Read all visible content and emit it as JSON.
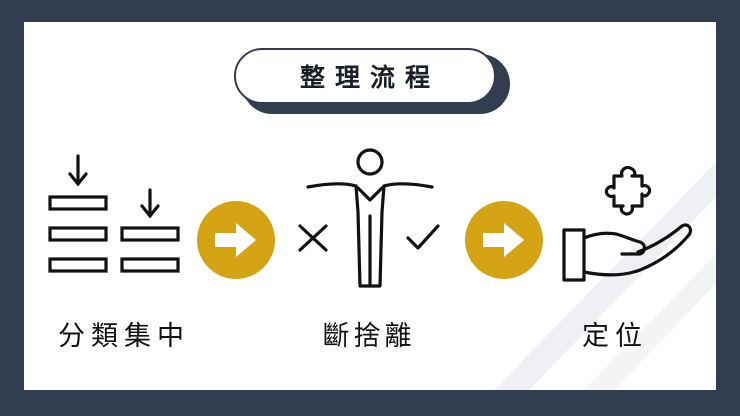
{
  "title": "整理流程",
  "steps": [
    {
      "label": "分類集中",
      "icon": "sort-stack-icon"
    },
    {
      "label": "斷捨離",
      "icon": "person-decide-icon"
    },
    {
      "label": "定位",
      "icon": "hand-puzzle-icon"
    }
  ],
  "connector_icon": "arrow-right-circle-icon",
  "colors": {
    "background": "#323d4f",
    "card": "#ffffff",
    "accent": "#d4a313",
    "ink": "#111111"
  }
}
